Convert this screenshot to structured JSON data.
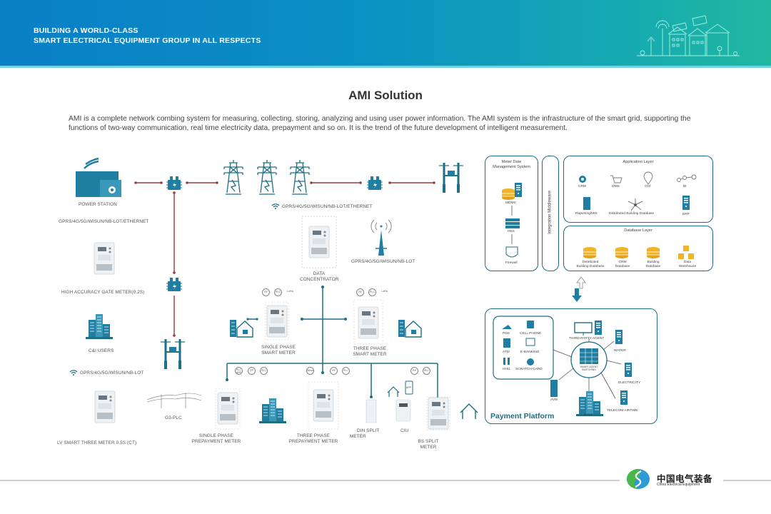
{
  "banner": {
    "line1": "BUILDING A WORLD-CLASS",
    "line2": "SMART ELECTRICAL EQUIPMENT GROUP IN ALL RESPECTS",
    "illustration": "smart-city-solar-icon"
  },
  "title": "AMI Solution",
  "description": "AMI is a complete network combing system for measuring, collecting, storing, analyzing and using user power information. The AMI system is the infrastructure of the smart grid, supporting the functions of two-way communication, real time electricity data, prepayment and so on. It is the trend of the future development of intelligent measurement.",
  "diagram": {
    "left": {
      "power_station": "POWER STATION",
      "comm_1": "GPRS/4G/5G/WISUN/NB-LOT/ETHERNET",
      "gate_meter": "HIGH ACCURACY GATE METER(0.2S)",
      "ci_users": "C&I  USERS",
      "comm_2": "GPRS/4G/5G/WISUN/NB-LOT",
      "lv_meter": "LV SMART THREE METER 0.5S  (CT)",
      "g3_plc": "G3-PLC"
    },
    "center": {
      "comm_top": "GPRS/4G/5G/WISUN/NB-LOT/ETHERNET",
      "data_concentrator_1": "DATA",
      "data_concentrator_2": "CONCENTRATOR",
      "tower_comm": "GPRS/4G/5G/WISUN/NB-LOT",
      "single_phase_1": "SINGLE PHASE",
      "single_phase_2": "SMART METER",
      "three_phase_1": "THREE PHASE",
      "three_phase_2": "SMART METER",
      "sp_prepay_1": "SINGLE PHASE",
      "sp_prepay_2": "PREPAYMENT METER",
      "tp_prepay_1": "THREE PHASE",
      "tp_prepay_2": "PREPAYMENT METER",
      "din_1": "DIN SPLIT",
      "din_2": "METER",
      "ciu": "CIU",
      "bs_1": "BS SPLIT",
      "bs_2": "METER",
      "badges": {
        "rf": "RF",
        "plc": "PLC",
        "lora": "LoRa",
        "plc_rf": "PLC &RF",
        "wisun": "Wisun",
        "app": "APP"
      }
    },
    "mdms": {
      "title_1": "Meter Date",
      "title_2": "Management System",
      "items": [
        "MDMS",
        "HES",
        "Firewall"
      ]
    },
    "middleware": "Integration Middleware",
    "application_layer": {
      "title": "Application Layer",
      "items": [
        "CRM",
        "OMS",
        "GIS",
        "BI",
        "Reporting/MIS",
        "Distributed Building Database",
        "ERP"
      ]
    },
    "database_layer": {
      "title": "Database Layer",
      "items": [
        {
          "line1": "Distributed",
          "line2": "Building Database"
        },
        {
          "line1": "CRM",
          "line2": "Database"
        },
        {
          "line1": "Building",
          "line2": "Database"
        },
        {
          "line1": "Data",
          "line2": "Warehouse"
        }
      ]
    },
    "payment": {
      "title": "Payment Platform",
      "channels": [
        "POS",
        "CELL PHONE",
        "ATM",
        "E-BANKING",
        "HHU",
        "SCRATCH CARD"
      ],
      "hub_1": "SMART AGENT",
      "hub_2": "SWITCHING",
      "nodes": [
        "THIRD-PARTY AGENT",
        "WATER",
        "ELECTRICITY",
        "TELECOM AIRTIME",
        "BANK",
        "AVM"
      ]
    }
  },
  "footer": {
    "logo_cn": "中国电气装备",
    "logo_en": "China Electrical Equipment"
  },
  "colors": {
    "primary_teal": "#1d6f83",
    "icon_blue": "#1f7ea1",
    "line_red": "#9b3a3a",
    "db_yellow": "#f0b429",
    "banner_start": "#0a7fc6",
    "banner_end": "#20b8a0"
  }
}
